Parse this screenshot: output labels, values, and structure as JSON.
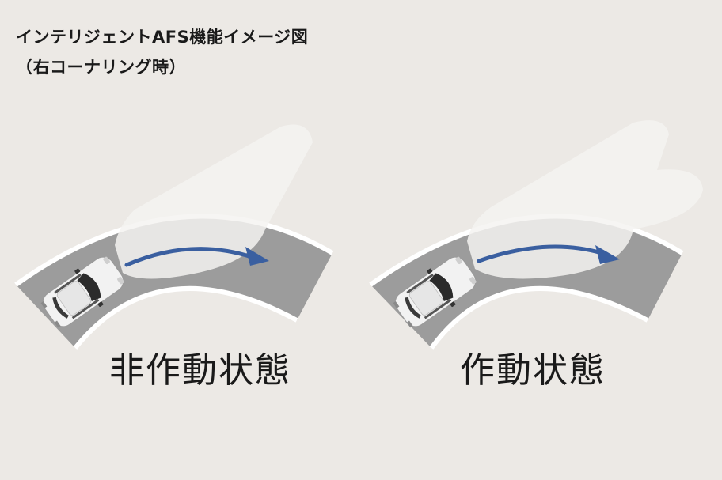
{
  "title": {
    "line1": "インテリジェントAFS機能イメージ図",
    "line2": "（右コーナリング時）"
  },
  "panels": [
    {
      "caption": "非作動状態"
    },
    {
      "caption": "作動状態"
    }
  ],
  "colors": {
    "background": "#ece9e5",
    "road": "#9c9c9c",
    "road_edge": "#ffffff",
    "light_beam": "#f4f3f1",
    "arrow": "#3a5fa0",
    "car_body": "#f2f2f2",
    "car_glass": "#2b2b2b"
  }
}
